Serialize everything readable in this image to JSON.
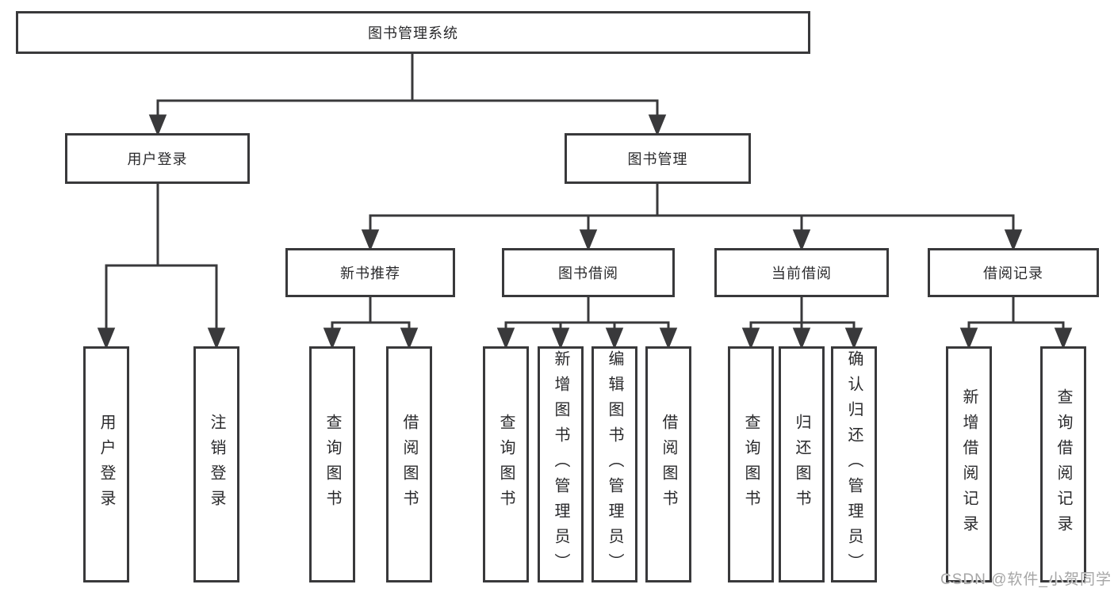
{
  "diagram": {
    "root": {
      "label": "图书管理系统"
    },
    "branches": {
      "user_login": {
        "label": "用户登录",
        "children": [
          {
            "label": "用户登录"
          },
          {
            "label": "注销登录"
          }
        ]
      },
      "book_mgmt": {
        "label": "图书管理",
        "sections": [
          {
            "label": "新书推荐",
            "children": [
              {
                "label": "查询图书"
              },
              {
                "label": "借阅图书"
              }
            ]
          },
          {
            "label": "图书借阅",
            "children": [
              {
                "label": "查询图书"
              },
              {
                "label": "新增图书（管理员）"
              },
              {
                "label": "编辑图书（管理员）"
              },
              {
                "label": "借阅图书"
              }
            ]
          },
          {
            "label": "当前借阅",
            "children": [
              {
                "label": "查询图书"
              },
              {
                "label": "归还图书"
              },
              {
                "label": "确认归还（管理员）"
              }
            ]
          },
          {
            "label": "借阅记录",
            "children": [
              {
                "label": "新增借阅记录"
              },
              {
                "label": "查询借阅记录"
              }
            ]
          }
        ]
      }
    }
  },
  "watermark": {
    "text": "CSDN @软件_小贺同学"
  },
  "colors": {
    "line": "#39393b",
    "text": "#2a2a2c",
    "watermark": "#a6a6a6",
    "background": "#ffffff"
  }
}
